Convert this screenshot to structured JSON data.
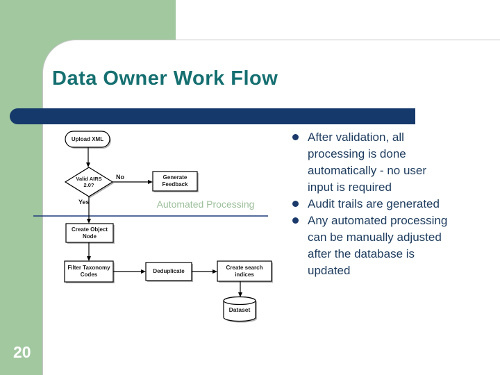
{
  "slide": {
    "title": "Data Owner Work Flow",
    "page_number": "20",
    "section_label": "Automated Processing",
    "bullets": [
      "After validation, all\nprocessing is done\nautomatically -  no user\ninput is required",
      "Audit trails are generated",
      "Any automated processing\ncan be manually adjusted\nafter the database is\nupdated"
    ],
    "flowchart": {
      "nodes": {
        "upload": "Upload XML",
        "valid": "Valid AIRS\n2.0?",
        "feedback": "Generate\nFeedback",
        "create_object": "Create Object\nNode",
        "filter": "Filter Taxonomy\nCodes",
        "deduplicate": "Deduplicate",
        "indices": "Create search\nindices",
        "dataset": "Dataset"
      },
      "edge_labels": {
        "no": "No",
        "yes": "Yes"
      }
    },
    "colors": {
      "accent_green": "#a2c8a0",
      "navy_bar": "#15396b",
      "title_teal": "#156f70",
      "body_text": "#1c3b5e",
      "section_label_green": "#9cbf9a",
      "divider_blue": "#1e3a7a"
    }
  }
}
